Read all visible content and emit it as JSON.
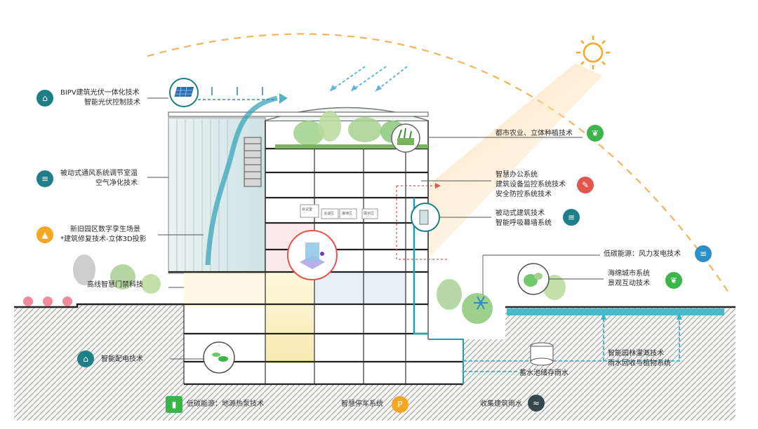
{
  "labels": {
    "bipv_1": "BIPV建筑光伏一体化技术",
    "bipv_2": "智能光伏控制技术",
    "vent_1": "被动式通风系统调节室温",
    "vent_2": "空气净化技术",
    "twin_1": "新旧园区数字孪生场景",
    "twin_2": "*建筑修复技术-立体3D投影",
    "gate": "高线智慧门禁科技",
    "power": "智能配电技术",
    "agri": "都市农业、立体种植技术",
    "office_1": "智慧办公系统",
    "office_2": "建筑设备监控系统技术",
    "office_3": "安全防控系统技术",
    "passive_1": "被动式建筑技术",
    "passive_2": "智能呼吸幕墙系统",
    "wind": "低碳能源：风力发电技术",
    "sponge_1": "海绵城市系统",
    "sponge_2": "景观互动技术",
    "landscape_1": "智能园林灌溉技术",
    "landscape_2": "雨水回收与植物系统",
    "tank": "蓄水池储存雨水",
    "geo": "低碳能源：地源热泵技术",
    "parking": "智慧停车系统",
    "drain": "收集建筑雨水"
  },
  "icons": {
    "bipv": "house-solar-icon",
    "vent": "airflow-icon",
    "twin": "building-icon",
    "power": "house-power-icon",
    "agri": "leaf-icon",
    "office": "document-icon",
    "passive": "airflow-icon",
    "wind": "wind-icon",
    "sponge": "plant-icon",
    "geo": "chart-icon",
    "parking": "parking-icon",
    "drain": "water-icon"
  },
  "colors": {
    "teal": "#1f7f88",
    "green": "#3bb54a",
    "orange": "#f5a623",
    "red": "#e2574c",
    "water": "#37b6c8",
    "sun": "#f7a623"
  },
  "room_signs": [
    "会议室",
    "洽谈区",
    "接待区",
    "展示区"
  ]
}
